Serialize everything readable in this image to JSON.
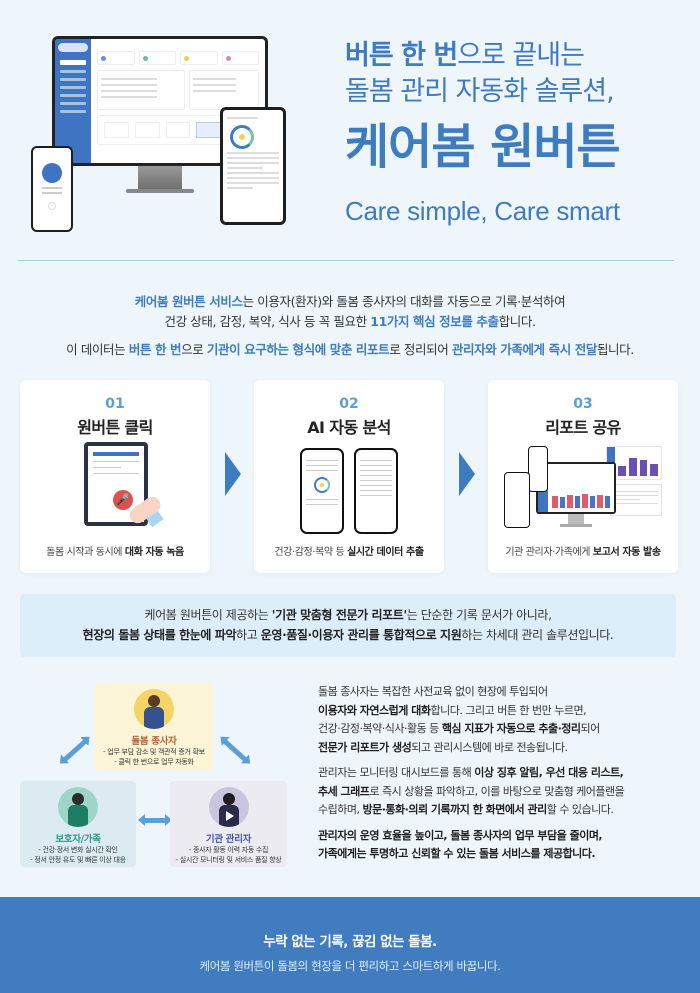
{
  "hero": {
    "headline_line1_bold": "버튼 한 번",
    "headline_line1_rest": "으로 끝내는",
    "headline_line2": "돌봄 관리 자동화 솔루션,",
    "brand": "케어봄 원버튼",
    "slogan": "Care simple, Care smart",
    "mockups": [
      "desktop-dashboard",
      "tablet-report",
      "mobile-app"
    ]
  },
  "intro": {
    "p1_hl1": "케어봄 원버튼 서비스",
    "p1_t1": "는 이용자(환자)와 돌봄 종사자의 대화를 자동으로 기록·분석하여",
    "p1_t2": "건강 상태, 감정, 복약, 식사 등 꼭 필요한 ",
    "p1_hl2": "11가지 핵심 정보를 추출",
    "p1_t3": "합니다.",
    "p2_t1": "이 데이터는 ",
    "p2_hl1": "버튼 한 번",
    "p2_t2": "으로 ",
    "p2_hl2": "기관이 요구하는 형식에 맞춘 리포트",
    "p2_t3": "로 정리되어 ",
    "p2_hl3": "관리자와 가족에게 즉시 전달",
    "p2_t4": "됩니다."
  },
  "steps": [
    {
      "num": "01",
      "title": "원버튼 클릭",
      "cap_plain": "돌봄 시작과 동시에 ",
      "cap_bold": "대화 자동 녹음"
    },
    {
      "num": "02",
      "title": "AI 자동 분석",
      "cap_plain": "건강·감정·복약 등 ",
      "cap_bold": "실시간 데이터 추출"
    },
    {
      "num": "03",
      "title": "리포트 공유",
      "cap_plain": "기관 관리자·가족에게 ",
      "cap_bold": "보고서 자동 발송"
    }
  ],
  "banner": {
    "l1_t1": "케어봄 원버튼이 제공하는 ",
    "l1_b1": "'기관 맞춤형 전문가 리포트'",
    "l1_t2": "는 단순한 기록 문서가 아니라,",
    "l2_b1": "현장의 돌봄 상태를 한눈에 파악",
    "l2_t1": "하고 ",
    "l2_b2": "운영·품질·이용자 관리를 통합적으로 지원",
    "l2_t2": "하는 차세대 관리 솔루션입니다."
  },
  "stakeholders": {
    "caregiver": {
      "role": "돌봄 종사자",
      "d1": "- 업무 부담 감소 및 객관적 증거 확보",
      "d2": "- 클릭 한 번으로 업무 자동화"
    },
    "guardian": {
      "role": "보호자/가족",
      "d1": "- 건강·정서 변화 실시간 확인",
      "d2": "- 정서 안정 유도 및 빠른 이상 대응"
    },
    "admin": {
      "role": "기관 관리자",
      "d1": "- 종사자 활동 이력 자동 수집",
      "d2": "- 실시간 모니터링 및 서비스 품질 향상"
    }
  },
  "story": {
    "p1_t1": "돌봄 종사자는 복잡한 사전교육 없이 현장에 투입되어",
    "p1_b1": "이용자와 자연스럽게 대화",
    "p1_t2": "합니다. 그리고 버튼 한 번만 누르면,",
    "p1_t3": "건강·감정·복약·식사·활동 등 ",
    "p1_b2": "핵심 지표가 자동으로 추출·정리",
    "p1_t4": "되어",
    "p1_b3": "전문가 리포트가 생성",
    "p1_t5": "되고 관리시스템에 바로 전송됩니다.",
    "p2_t1": "관리자는 모니터링 대시보드를 통해 ",
    "p2_b1": "이상 징후 알림, 우선 대응 리스트,",
    "p2_b2": "추세 그래프",
    "p2_t2": "로 즉시 상황을 파악하고, 이를 바탕으로 맞춤형 케어플랜을",
    "p2_t3": "수립하며, ",
    "p2_b3": "방문·통화·의뢰 기록까지 한 화면에서 관리",
    "p2_t4": "할 수 있습니다.",
    "p3_l1": "관리자의 운영 효율을 높이고, 돌봄 종사자의 업무 부담을 줄이며,",
    "p3_l2": "가족에게는 투명하고 신뢰할 수 있는 돌봄 서비스를 제공합니다."
  },
  "footer": {
    "title": "누락 없는 기록, 끊김 없는 돌봄.",
    "subtitle": "케어봄 원버튼이 돌봄의 현장을 더 편리하고 스마트하게 바꿉니다."
  },
  "colors": {
    "primary": "#3f7bbf",
    "step_number": "#5aa0d6",
    "background": "#eef6fb",
    "banner_bg": "#dceefa",
    "footer_bg": "#417cbf"
  }
}
